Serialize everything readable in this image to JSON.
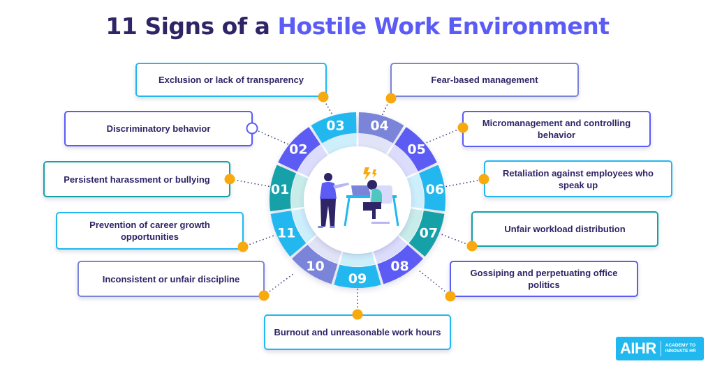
{
  "title": {
    "prefix": "11 Signs of a ",
    "highlight": "Hostile Work Environment"
  },
  "colors": {
    "title_dark": "#2e2466",
    "title_accent": "#5b5bf5",
    "cyan": "#21b8ef",
    "violet": "#5b5bf5",
    "teal": "#13a1a8",
    "lavender": "#7a84d8",
    "connector_dot": "#f8a90e"
  },
  "wheel": {
    "segments": [
      {
        "number": "01",
        "color": "#13a1a8"
      },
      {
        "number": "02",
        "color": "#5b5bf5"
      },
      {
        "number": "03",
        "color": "#21b8ef"
      },
      {
        "number": "04",
        "color": "#7a84d8"
      },
      {
        "number": "05",
        "color": "#5b5bf5"
      },
      {
        "number": "06",
        "color": "#21b8ef"
      },
      {
        "number": "07",
        "color": "#13a1a8"
      },
      {
        "number": "08",
        "color": "#5b5bf5"
      },
      {
        "number": "09",
        "color": "#21b8ef"
      },
      {
        "number": "10",
        "color": "#7a84d8"
      },
      {
        "number": "11",
        "color": "#21b8ef"
      }
    ],
    "center_illustration": "stressed-employee-being-scolded-at-desk"
  },
  "signs": [
    {
      "number": "01",
      "label": "Persistent harassment or bullying"
    },
    {
      "number": "02",
      "label": "Discriminatory behavior"
    },
    {
      "number": "03",
      "label": "Exclusion or lack of transparency"
    },
    {
      "number": "04",
      "label": "Fear-based management"
    },
    {
      "number": "05",
      "label": "Micromanagement and controlling behavior"
    },
    {
      "number": "06",
      "label": "Retaliation against employees who speak up"
    },
    {
      "number": "07",
      "label": "Unfair workload distribution"
    },
    {
      "number": "08",
      "label": "Gossiping and perpetuating office politics"
    },
    {
      "number": "09",
      "label": "Burnout and unreasonable work hours"
    },
    {
      "number": "10",
      "label": "Inconsistent or unfair discipline"
    },
    {
      "number": "11",
      "label": "Prevention of career growth opportunities"
    }
  ],
  "logo": {
    "mark": "AIHR",
    "line1": "ACADEMY TO",
    "line2": "INNOVATE HR"
  }
}
